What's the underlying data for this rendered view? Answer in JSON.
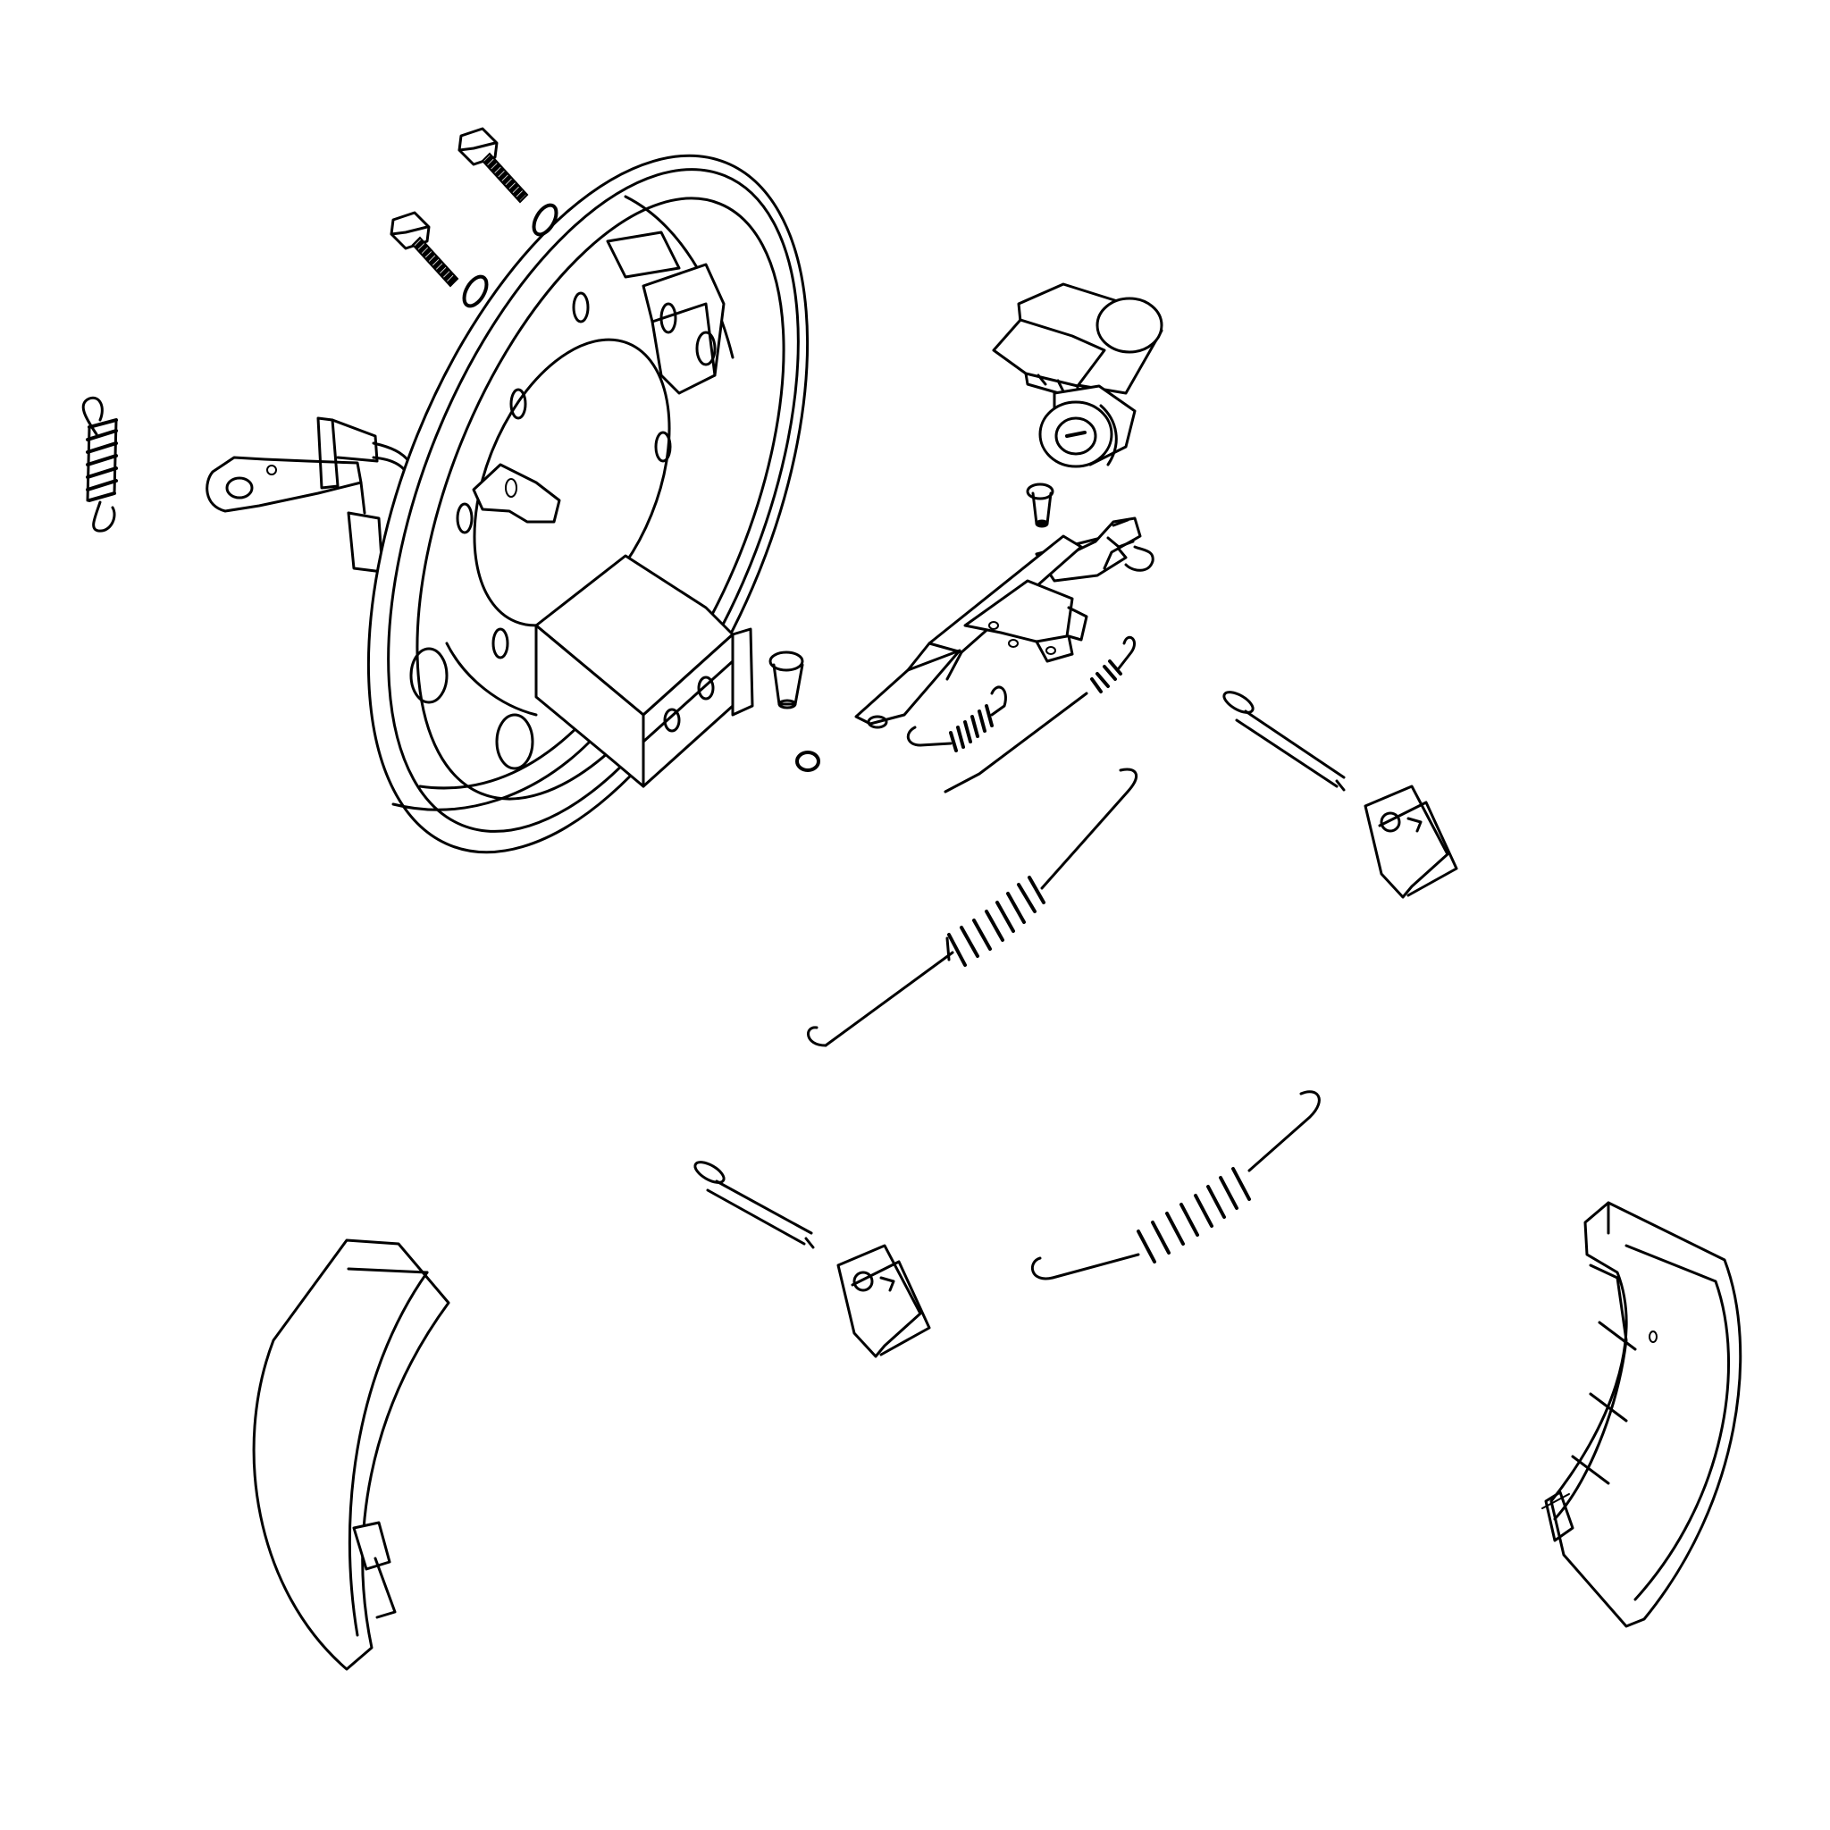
{
  "diagram": {
    "type": "exploded-parts-view",
    "style": "black line art on white",
    "labels": [],
    "parts": [
      {
        "name": "backing-plate",
        "icon": "backing-plate-icon"
      },
      {
        "name": "mounting-bolt",
        "icon": "bolt-icon",
        "count": 2
      },
      {
        "name": "lock-washer",
        "icon": "washer-icon",
        "count": 3
      },
      {
        "name": "wheel-cylinder",
        "icon": "wheel-cylinder-icon"
      },
      {
        "name": "parking-brake-lever",
        "icon": "lever-icon"
      },
      {
        "name": "adjuster-lever",
        "icon": "adjuster-lever-icon"
      },
      {
        "name": "pin",
        "icon": "pin-icon",
        "count": 2
      },
      {
        "name": "adjuster-spring",
        "icon": "spring-icon"
      },
      {
        "name": "adjuster-cable-spring",
        "icon": "spring-icon"
      },
      {
        "name": "return-spring",
        "icon": "spring-icon",
        "count": 2
      },
      {
        "name": "small-spring",
        "icon": "spring-icon"
      },
      {
        "name": "hold-down-pin",
        "icon": "hold-down-pin-icon",
        "count": 2
      },
      {
        "name": "hold-down-clip",
        "icon": "clip-icon",
        "count": 2
      },
      {
        "name": "brake-shoe",
        "icon": "brake-shoe-icon",
        "count": 2
      }
    ]
  }
}
